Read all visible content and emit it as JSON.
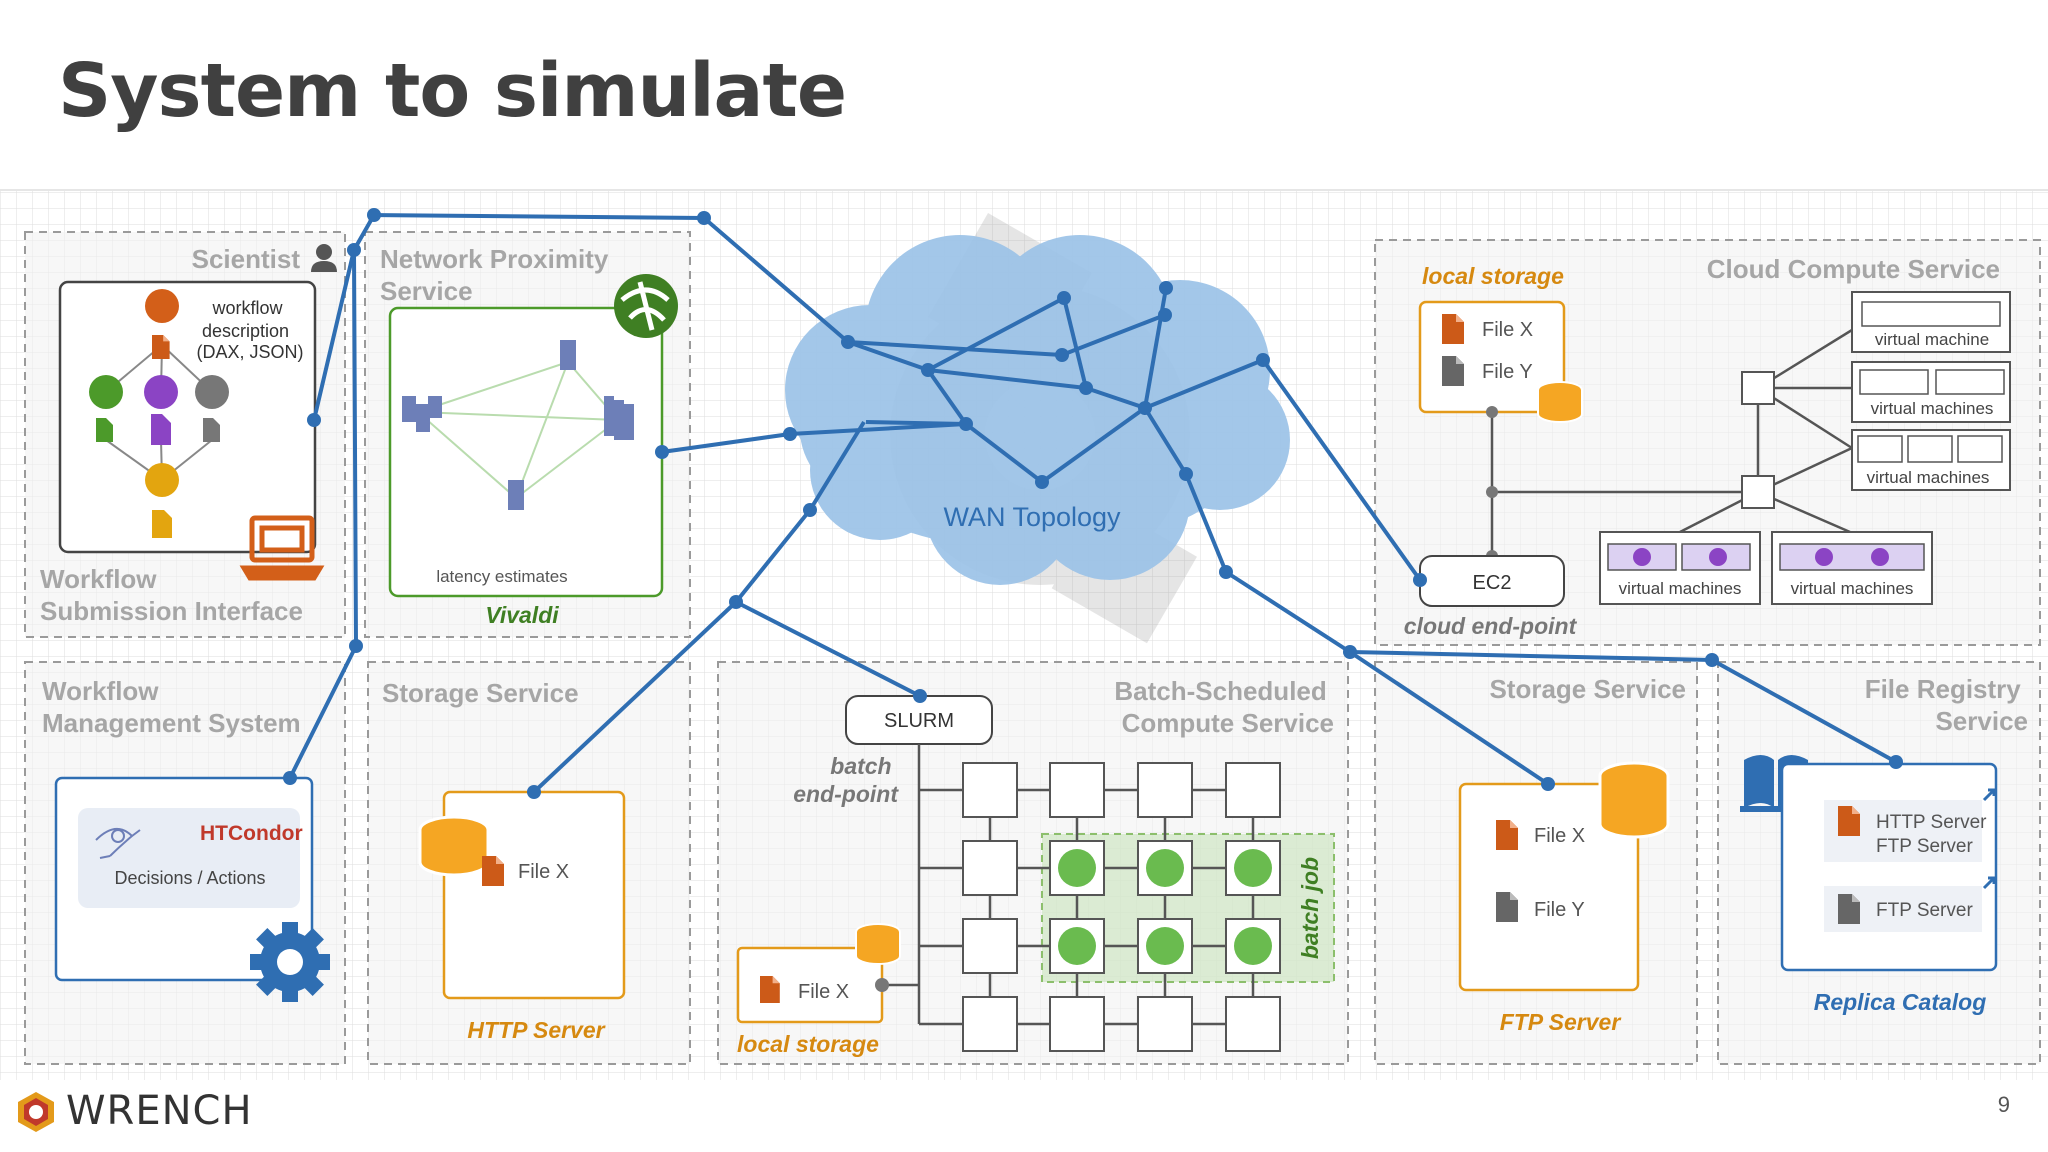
{
  "slide": {
    "title": "System to simulate",
    "footer_brand": "WRENCH",
    "page_number": "9"
  },
  "scientist_panel": {
    "header": "Scientist",
    "workflow_desc": [
      "workflow",
      "description",
      "(DAX, JSON)"
    ],
    "title_lines": [
      "Workflow",
      "Submission Interface"
    ]
  },
  "nps_panel": {
    "title_lines": [
      "Network Proximity",
      "Service"
    ],
    "inner_label": "latency estimates",
    "caption": "Vivaldi"
  },
  "wms_panel": {
    "title_lines": [
      "Workflow",
      "Management System"
    ],
    "htcondor_label": "HTCondor",
    "actions_label": "Decisions / Actions"
  },
  "storage_http": {
    "title": "Storage Service",
    "file_label": "File X",
    "caption": "HTTP Server"
  },
  "batch_panel": {
    "title_lines": [
      "Batch-Scheduled",
      "Compute Service"
    ],
    "slurm_label": "SLURM",
    "endpoint_lines": [
      "batch",
      "end-point"
    ],
    "batch_job_label": "batch job",
    "local_file_label": "File X",
    "local_storage_caption": "local storage"
  },
  "wan": {
    "label": "WAN Topology"
  },
  "cloud_panel": {
    "title": "Cloud Compute Service",
    "local_storage_label": "local storage",
    "files": [
      "File X",
      "File Y"
    ],
    "ec2_label": "EC2",
    "endpoint_caption": "cloud end-point",
    "vm_single": "virtual machine",
    "vm_plural": "virtual machines"
  },
  "storage_ftp": {
    "title": "Storage Service",
    "files": [
      "File X",
      "File Y"
    ],
    "caption": "FTP Server"
  },
  "registry_panel": {
    "title_lines": [
      "File Registry",
      "Service"
    ],
    "entry1_lines": [
      "HTTP Server",
      "FTP Server"
    ],
    "entry2": "FTP Server",
    "caption": "Replica Catalog"
  },
  "colors": {
    "network_blue": "#2f6eb2",
    "orange": "#e39a1a",
    "file_orange": "#cc5a18",
    "green": "#4c9a2a",
    "purple": "#8b44c4",
    "gray": "#808080",
    "panel_title_gray": "#a6a6a6"
  }
}
